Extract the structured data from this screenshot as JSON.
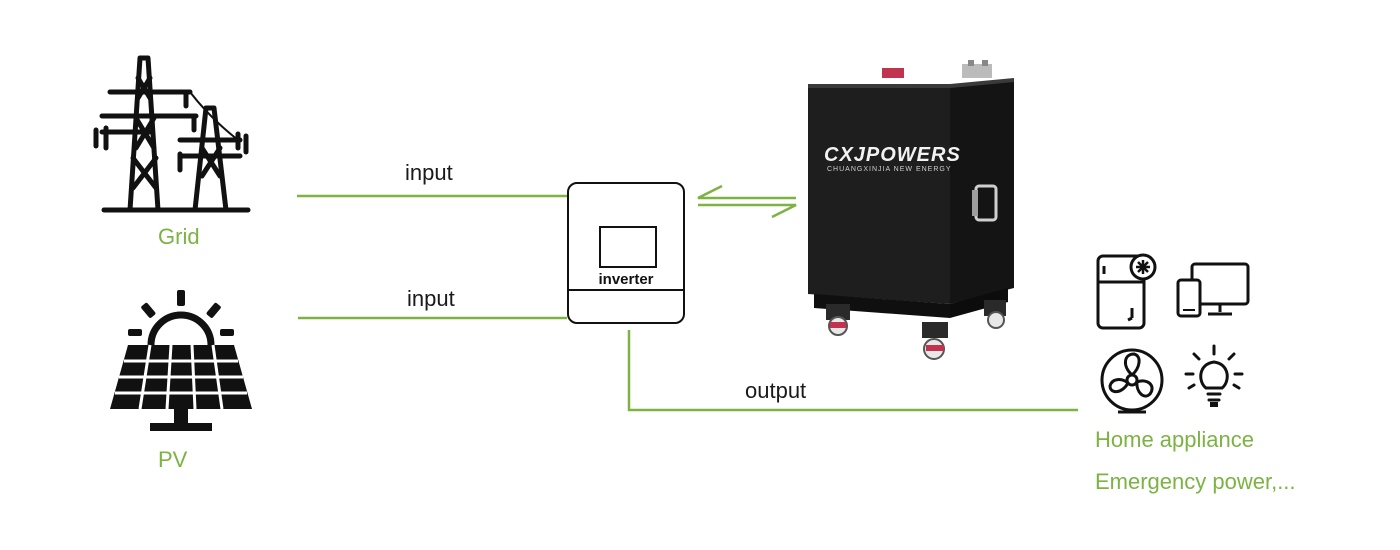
{
  "sources": {
    "grid_label": "Grid",
    "grid_icon": "power-tower-icon",
    "pv_label": "PV",
    "pv_icon": "solar-panel-sun-icon"
  },
  "flows": {
    "grid_to_inverter": "input",
    "pv_to_inverter": "input",
    "inverter_to_loads": "output"
  },
  "inverter": {
    "label": "inverter"
  },
  "battery": {
    "brand": "CXJPOWERS",
    "subtitle": "CHUANGXINJIA NEW ENERGY"
  },
  "loads": {
    "line1": "Home appliance",
    "line2": "Emergency power,...",
    "icons": [
      "refrigerator-icon",
      "devices-icon",
      "fan-icon",
      "light-bulb-icon"
    ]
  },
  "colors": {
    "accent_green": "#7cb342",
    "line_color": "#111111",
    "battery_body": "#1b1b1b"
  }
}
